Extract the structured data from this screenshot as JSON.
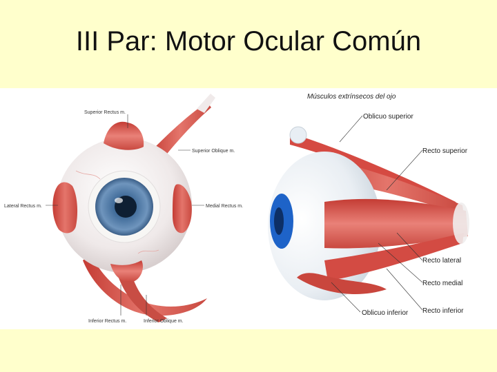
{
  "slide": {
    "title": "III Par: Motor Ocular Común"
  },
  "left_diagram": {
    "labels": {
      "superior_rectus": "Superior Rectus m.",
      "superior_oblique": "Superior Oblique m.",
      "lateral_rectus": "Lateral Rectus m.",
      "medial_rectus": "Medial Rectus m.",
      "inferior_rectus": "Inferior Rectus m.",
      "inferior_oblique": "Inferior Oblique m."
    }
  },
  "right_diagram": {
    "heading": "Músculos extrínsecos del ojo",
    "labels": {
      "oblicuo_superior": "Oblicuo superior",
      "recto_superior": "Recto superior",
      "recto_lateral": "Recto lateral",
      "recto_medial": "Recto medial",
      "oblicuo_inferior": "Oblicuo inferior",
      "recto_inferior": "Recto inferior"
    }
  },
  "colors": {
    "background": "#ffffcc",
    "muscle": "#d9534a",
    "iris": "#5b7fa6",
    "iris_right": "#1e63c8",
    "sclera": "#f2f0f0"
  }
}
